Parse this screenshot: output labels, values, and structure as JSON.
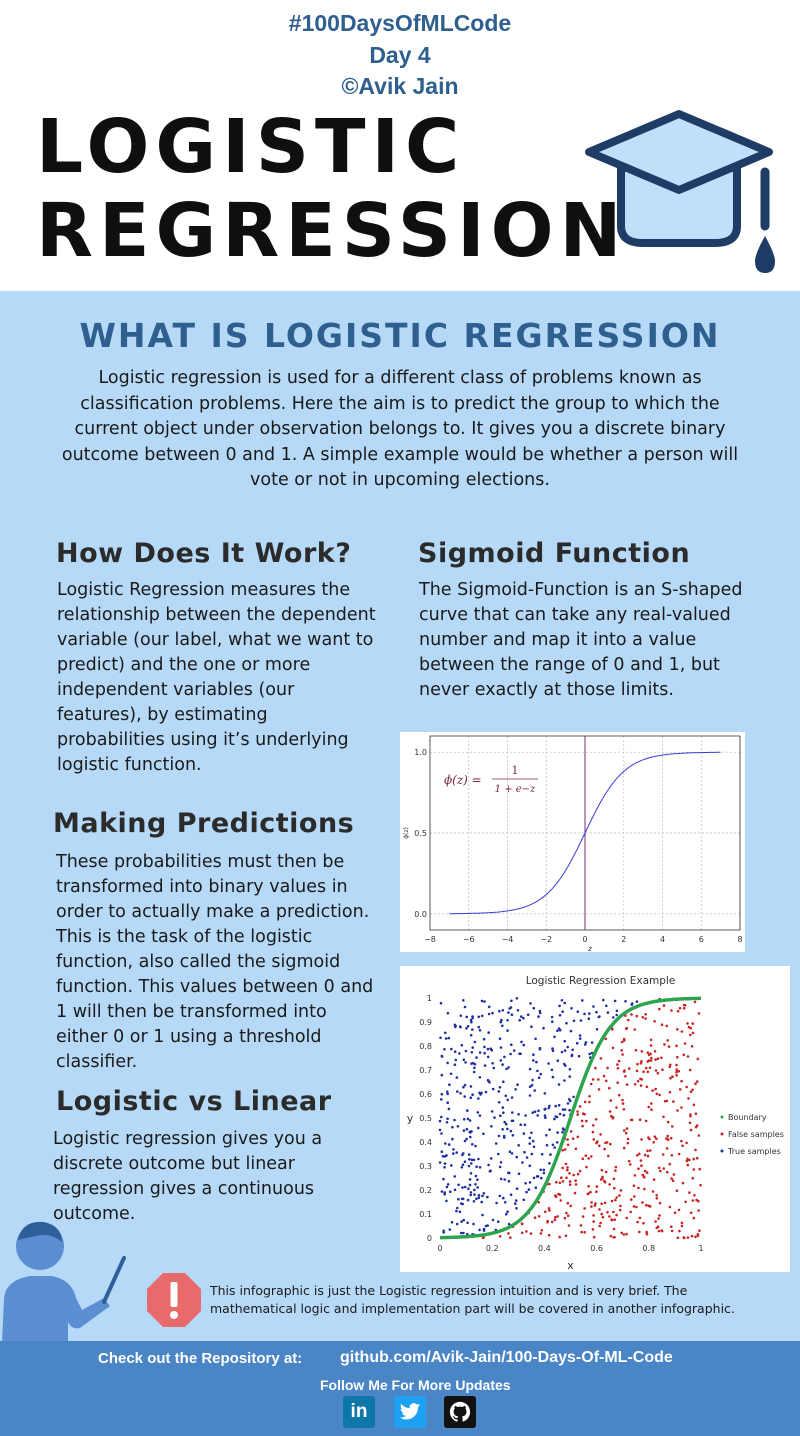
{
  "header": {
    "tag": "#100DaysOfMLCode",
    "day": "Day 4",
    "author": "©Avik Jain",
    "title_line1": "LOGISTIC",
    "title_line2": "REGRESSION"
  },
  "intro": {
    "title": "WHAT IS LOGISTIC REGRESSION",
    "body": "Logistic regression is used for a different class of problems known as classification problems. Here the aim is to predict the group to which the current object under observation belongs to. It gives you a discrete binary outcome between 0 and 1. A simple example would be whether a person will vote or not in upcoming elections."
  },
  "how": {
    "title": "How Does It Work?",
    "body": "Logistic Regression measures the relationship between the dependent variable (our label, what we want to predict) and the one or more independent variables (our features), by estimating probabilities using it’s underlying logistic function."
  },
  "predictions": {
    "title": "Making Predictions",
    "body": "These probabilities must then be transformed into binary values in order to actually make a prediction. This is the task of the logistic function, also called the sigmoid function. This values between 0 and 1 will then be transformed into either 0 or 1 using a threshold classifier."
  },
  "vs": {
    "title": "Logistic vs Linear",
    "body": "Logistic regression gives you a discrete outcome but linear regression gives a continuous outcome."
  },
  "sigmoid": {
    "title": "Sigmoid Function",
    "body": "The Sigmoid-Function is an S-shaped curve that can take any real-valued number and map it into a value between the range of 0 and 1, but never exactly at those limits."
  },
  "chart_data": [
    {
      "type": "line",
      "xlabel": "z",
      "ylabel": "ϕ(z)",
      "xlim": [
        -8,
        8
      ],
      "ylim": [
        -0.1,
        1.1
      ],
      "xticks": [
        "−8",
        "−6",
        "−4",
        "−2",
        "0",
        "2",
        "4",
        "6",
        "8"
      ],
      "yticks": [
        "0.0",
        "0.5",
        "1.0"
      ],
      "grid": true,
      "formula": {
        "lhs": "ϕ(z) =",
        "num": "1",
        "den": "1 + e−z"
      },
      "series": [
        {
          "function": "1/(1+exp(-z))",
          "x_range": [
            -7,
            7
          ],
          "color": "#3b3bd6"
        }
      ],
      "vline_x": 0,
      "colors": {
        "curve": "#3b3bd6",
        "vline": "#7a2a7a",
        "formula": "#7a2a3a"
      }
    },
    {
      "type": "scatter",
      "title": "Logistic Regression Example",
      "xlabel": "x",
      "ylabel": "y",
      "xlim": [
        0,
        1
      ],
      "ylim": [
        0,
        1
      ],
      "xticks": [
        "0",
        "0.2",
        "0.4",
        "0.6",
        "0.8",
        "1"
      ],
      "yticks": [
        "0",
        "0.1",
        "0.2",
        "0.3",
        "0.4",
        "0.5",
        "0.6",
        "0.7",
        "0.8",
        "0.9",
        "1"
      ],
      "legend": [
        "Boundary",
        "False samples",
        "True samples"
      ],
      "legend_placement": "right",
      "boundary": {
        "function": "1/(1+exp(-13*(x-0.5)))",
        "color": "#2ea44f"
      },
      "point_count": 900,
      "colors": {
        "true_samples": "#1f2f9f",
        "false_samples": "#c82424",
        "boundary": "#2ea44f"
      }
    }
  ],
  "note": {
    "text": "This infographic is just the Logistic regression intuition and is very brief. The mathematical logic and implementation part will be covered in another infographic."
  },
  "footer": {
    "repo_label": "Check out the Repository at:",
    "repo_url": "github.com/Avik-Jain/100-Days-Of-ML-Code",
    "follow": "Follow Me For More Updates",
    "social": [
      {
        "name": "linkedin",
        "glyph": "in",
        "color": "#0e76a8"
      },
      {
        "name": "twitter",
        "glyph": "🐦",
        "color": "#1da1f2"
      },
      {
        "name": "github",
        "glyph": "●",
        "color": "#111111"
      }
    ]
  }
}
